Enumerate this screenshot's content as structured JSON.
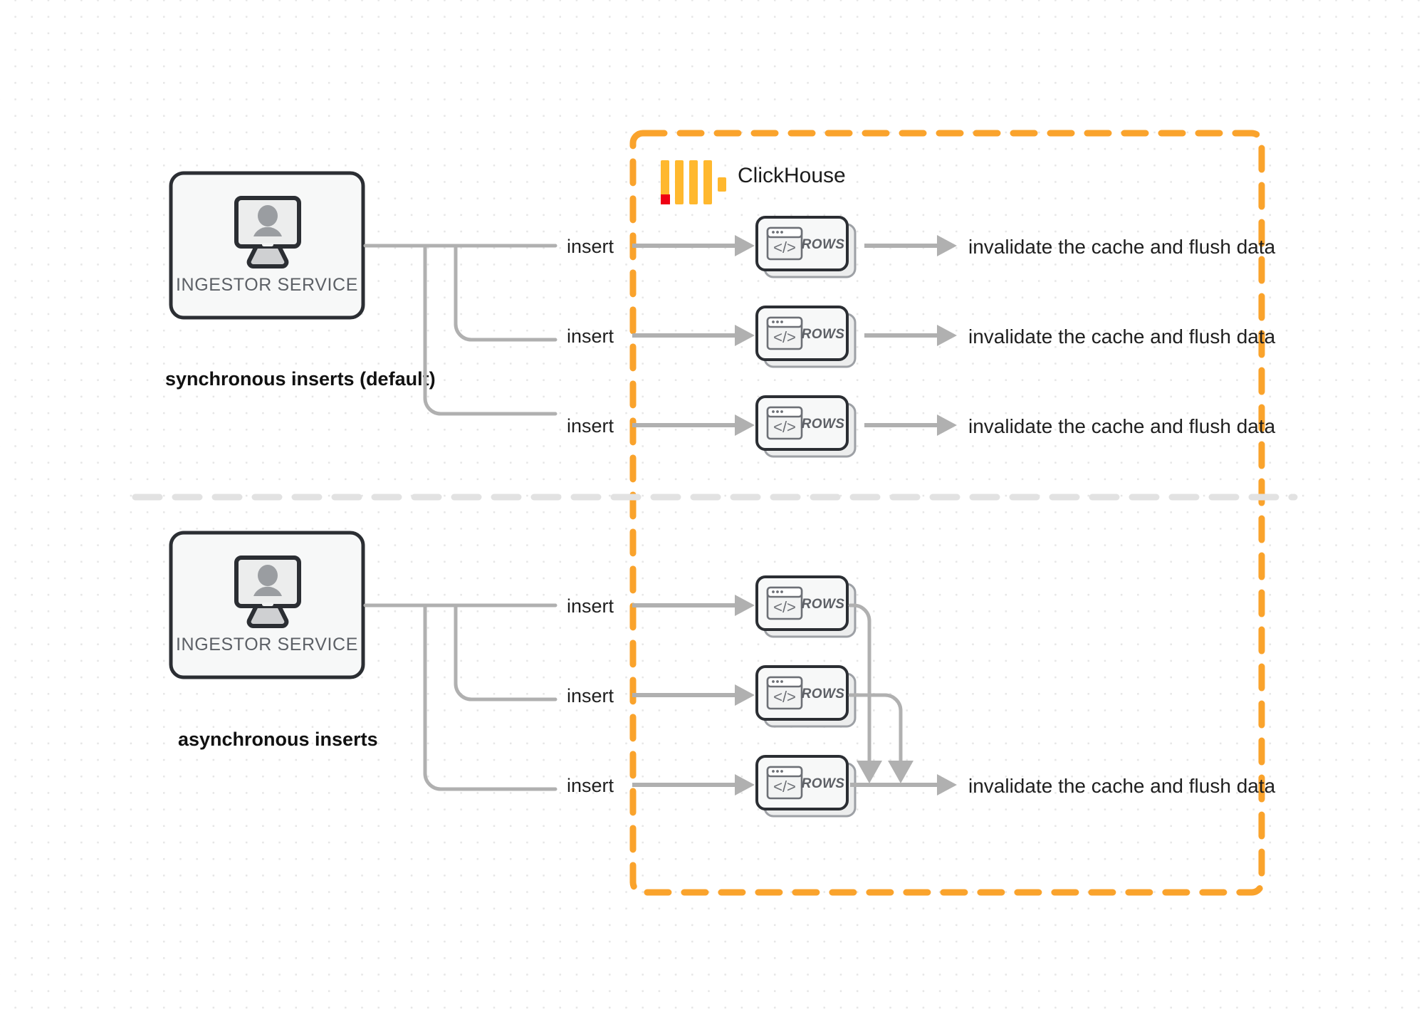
{
  "diagram": {
    "title": "ClickHouse synchronous vs asynchronous inserts",
    "colors": {
      "clickhouse_orange": "#faa32c",
      "logo_yellow": "#ffb82e",
      "logo_red": "#ef0013",
      "line_gray": "#b0b0b0",
      "box_border": "#2b2e33",
      "box_fill": "#f7f8f8",
      "divider_gray": "#e2e2e2",
      "background": "#ffffff",
      "dot_grid": "#e6e6e6"
    },
    "clickhouse_container": {
      "label": "ClickHouse",
      "logo_name": "clickhouse-logo"
    },
    "divider_label": "",
    "sections": [
      {
        "id": "synchronous",
        "caption": "synchronous inserts (default)",
        "service": {
          "label": "INGESTOR SERVICE",
          "icon": "monitor-user-icon"
        },
        "rows": [
          {
            "insert_label": "insert",
            "node_label": "ROWS",
            "node_icon": "code-window-icon",
            "result_label": "invalidate the cache and flush data"
          },
          {
            "insert_label": "insert",
            "node_label": "ROWS",
            "node_icon": "code-window-icon",
            "result_label": "invalidate the cache and flush data"
          },
          {
            "insert_label": "insert",
            "node_label": "ROWS",
            "node_icon": "code-window-icon",
            "result_label": "invalidate the cache and flush data"
          }
        ]
      },
      {
        "id": "asynchronous",
        "caption": "asynchronous inserts",
        "service": {
          "label": "INGESTOR SERVICE",
          "icon": "monitor-user-icon"
        },
        "rows": [
          {
            "insert_label": "insert",
            "node_label": "ROWS",
            "node_icon": "code-window-icon",
            "result_label": ""
          },
          {
            "insert_label": "insert",
            "node_label": "ROWS",
            "node_icon": "code-window-icon",
            "result_label": ""
          },
          {
            "insert_label": "insert",
            "node_label": "ROWS",
            "node_icon": "code-window-icon",
            "result_label": "invalidate the cache and flush data"
          }
        ],
        "merged_result_label": "invalidate the cache and flush data"
      }
    ],
    "code_glyph": "</>"
  }
}
